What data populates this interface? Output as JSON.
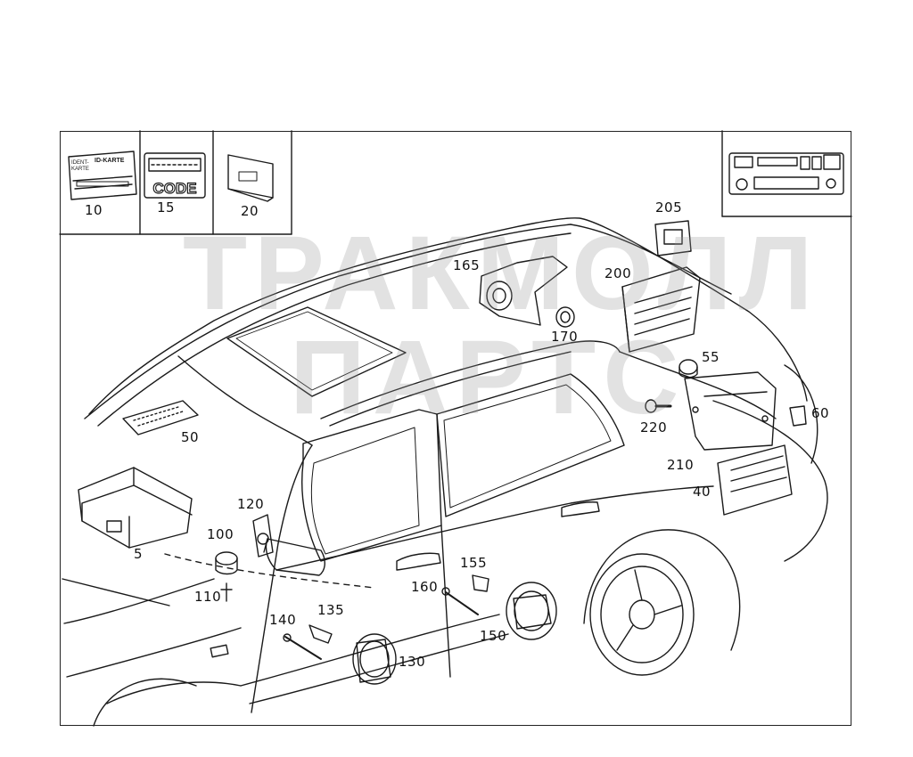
{
  "watermark": {
    "line1": "ТРАКМОЛЛ",
    "line2": "ПАРТС"
  },
  "insets": {
    "card_label_1": "IDENT-",
    "card_label_2": "KARTE",
    "card_header": "ID-KARTE",
    "code_text": "CODE"
  },
  "callouts": {
    "c5": "5",
    "c10": "10",
    "c15": "15",
    "c20": "20",
    "c40": "40",
    "c50": "50",
    "c55": "55",
    "c60": "60",
    "c100": "100",
    "c110": "110",
    "c120": "120",
    "c130": "130",
    "c135": "135",
    "c140": "140",
    "c150": "150",
    "c155": "155",
    "c160": "160",
    "c165": "165",
    "c170": "170",
    "c200": "200",
    "c205": "205",
    "c210": "210",
    "c220": "220"
  },
  "colors": {
    "line": "#1a1a1a",
    "watermark": "#969696",
    "background": "#ffffff"
  }
}
